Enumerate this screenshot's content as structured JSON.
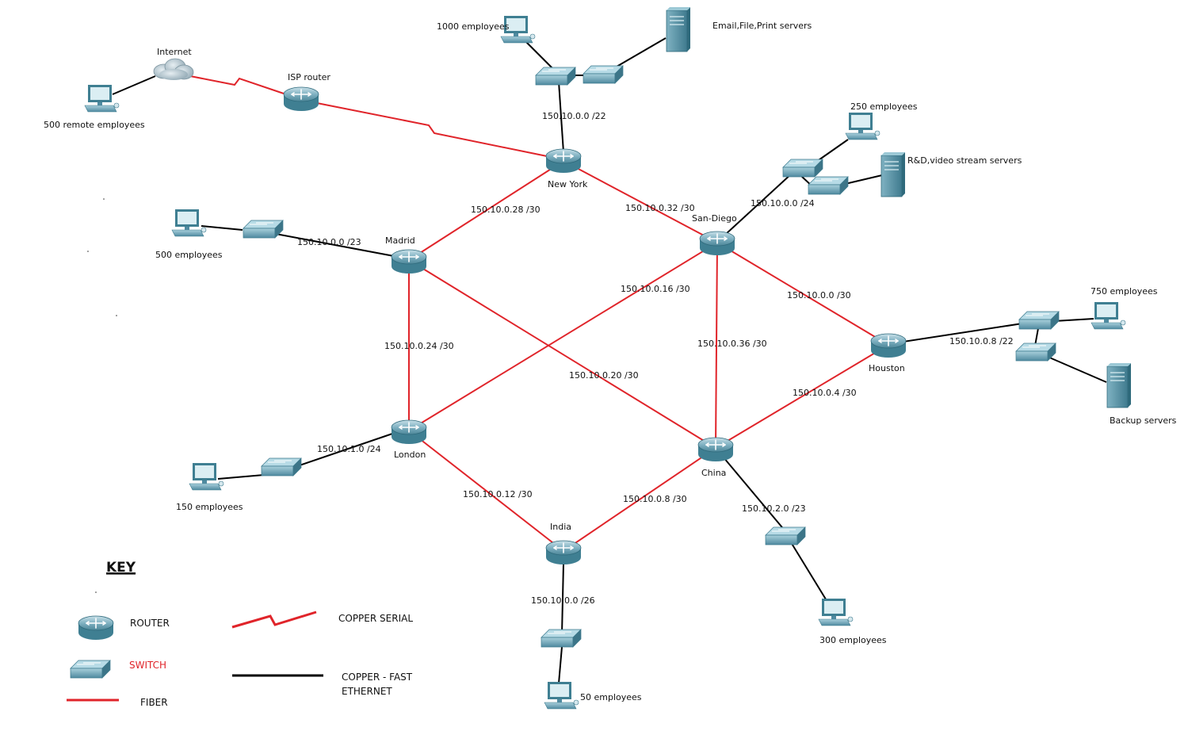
{
  "routers": {
    "isp": "ISP router",
    "new_york": "New York",
    "madrid": "Madrid",
    "san_diego": "San-Diego",
    "houston": "Houston",
    "london": "London",
    "china": "China",
    "india": "India"
  },
  "cloud": {
    "internet": "Internet"
  },
  "hosts": {
    "remote": "500 remote employees",
    "ny_employees": "1000 employees",
    "ny_servers": "Email,File,Print servers",
    "sd_employees": "250 employees",
    "sd_servers": "R&D,video stream servers",
    "madrid_employees": "500 employees",
    "houston_employees": "750 employees",
    "houston_servers": "Backup servers",
    "london_employees": "150 employees",
    "china_employees": "300 employees",
    "india_employees": "50 employees"
  },
  "links": {
    "ny_lan": "150.10.0.0 /22",
    "ny_madrid": "150.10.0.28 /30",
    "ny_sd": "150.10.0.32 /30",
    "sd_lan": "150.10.0.0 /24",
    "madrid_lan": "150.10.0.0 /23",
    "sd_london": "150.10.0.16 /30",
    "sd_houston": "150.10.0.0 /30",
    "madrid_london": "150.10.0.24 /30",
    "sd_china": "150.10.0.36 /30",
    "houston_lan": "150.10.0.8 /22",
    "madrid_china": "150.10.0.20 /30",
    "houston_china": "150.10.0.4 /30",
    "london_lan": "150.10.1.0 /24",
    "london_india": "150.10.0.12 /30",
    "china_india": "150.10.0.8 /30",
    "china_lan": "150.10.2.0 /23",
    "india_lan": "150.10.0.0 /26"
  },
  "key": {
    "title": "KEY",
    "router": "ROUTER",
    "switch": "SWITCH",
    "fiber": "FIBER",
    "copper_serial": "COPPER SERIAL",
    "copper_fast_1": "COPPER - FAST",
    "copper_fast_2": "ETHERNET"
  },
  "colors": {
    "fiber": "#e0242a",
    "ethernet": "#000000",
    "device": "#5d97a8",
    "switch_label": "#e0242a"
  }
}
